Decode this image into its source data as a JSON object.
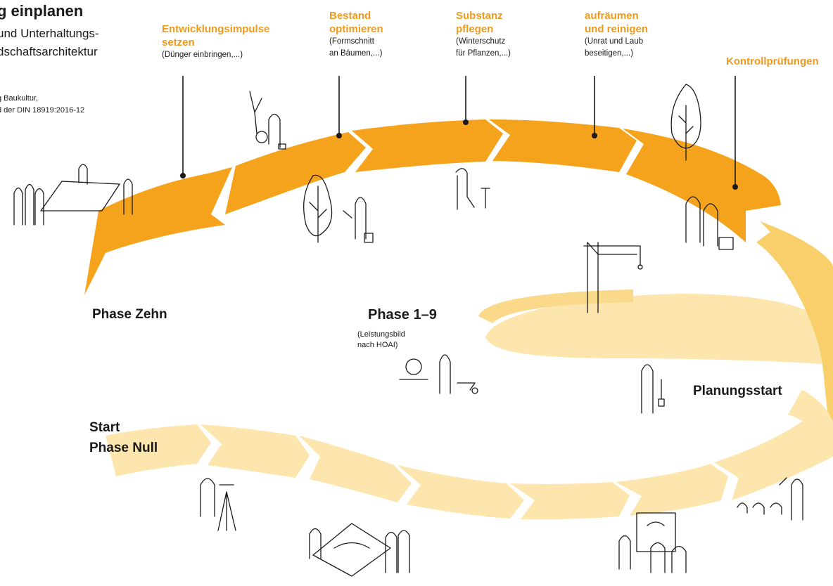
{
  "title": "g einplanen",
  "subtitle_lines": [
    "und Unterhaltungs-",
    "dschaftsarchitektur"
  ],
  "source_lines": [
    "g Baukultur,",
    "d der DIN 18919:2016-12"
  ],
  "colors": {
    "dark_orange": "#f5a31c",
    "light_yellow": "#fde6ad",
    "mid_yellow": "#f9cf6b",
    "heading_orange": "#f09a1c",
    "ink": "#1a1a1a"
  },
  "maintenance_steps": [
    {
      "heading": [
        "Entwicklungsimpulse",
        "setzen"
      ],
      "detail": [
        "(Dünger einbringen,...)"
      ]
    },
    {
      "heading": [
        "Bestand",
        "optimieren"
      ],
      "detail": [
        "(Formschnitt",
        "an Bäumen,...)"
      ]
    },
    {
      "heading": [
        "Substanz",
        "pflegen"
      ],
      "detail": [
        "(Winterschutz",
        "für Pflanzen,...)"
      ]
    },
    {
      "heading": [
        "aufräumen",
        "und reinigen"
      ],
      "detail": [
        "(Unrat und Laub",
        "beseitigen,...)"
      ]
    },
    {
      "heading": [
        "Kontrollprüfungen"
      ],
      "detail": []
    }
  ],
  "phases": {
    "phase_zehn": "Phase Zehn",
    "phase_1_9": "Phase 1–9",
    "phase_1_9_detail": [
      "(Leistungsbild",
      "nach HOAI)"
    ],
    "planungsstart": "Planungsstart",
    "start_phase_null": [
      "Start",
      "Phase Null"
    ]
  },
  "illustrations": [
    "group-with-church-model-icon",
    "tree-and-person-icon",
    "tree-with-worker-icon",
    "kneeling-gardener-icon",
    "tree-outline-icon",
    "two-inspectors-icon",
    "construction-crane-icon",
    "mixer-and-wheelbarrow-icon",
    "worker-with-shovel-icon",
    "surveyor-icon",
    "plan-table-group-icon",
    "presentation-group-icon",
    "audience-icon"
  ]
}
